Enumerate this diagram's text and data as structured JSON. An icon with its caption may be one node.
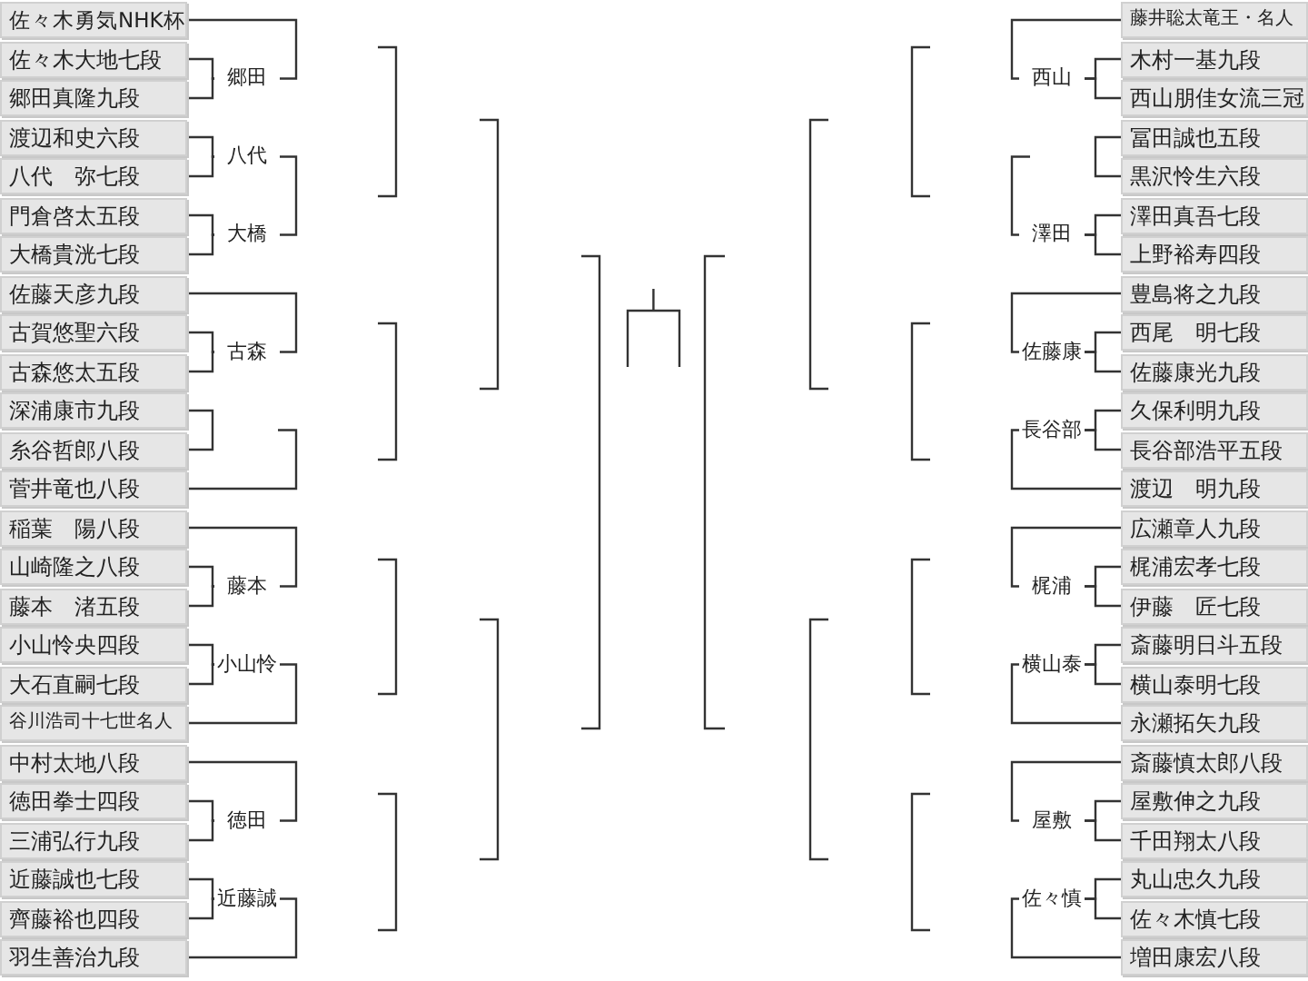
{
  "diagram": {
    "nodes": [
      {
        "text": [
          "佐々木勇気NHK杯"
        ]
      },
      {
        "text": [
          "佐々木大地七段"
        ]
      },
      {
        "text": [
          "郷田真隆九段"
        ]
      },
      {
        "text": [
          "渡辺和史六段"
        ]
      },
      {
        "text": [
          "八代　弥七段"
        ]
      },
      {
        "text": [
          "門倉啓太五段"
        ]
      },
      {
        "text": [
          "大橋貴洸七段"
        ]
      },
      {
        "text": [
          "佐藤天彦九段"
        ]
      },
      {
        "text": [
          "古賀悠聖六段"
        ]
      },
      {
        "text": [
          "古森悠太五段"
        ]
      },
      {
        "text": [
          "深浦康市九段"
        ]
      },
      {
        "text": [
          "糸谷哲郎八段"
        ]
      },
      {
        "text": [
          "菅井竜也八段"
        ]
      },
      {
        "text": [
          "稲葉　陽八段"
        ]
      },
      {
        "text": [
          "山崎隆之八段"
        ]
      },
      {
        "text": [
          "藤本　渚五段"
        ]
      },
      {
        "text": [
          "小山怜央四段"
        ]
      },
      {
        "text": [
          "大石直嗣七段"
        ]
      },
      {
        "text": [
          "谷川浩司十七世名人"
        ]
      },
      {
        "text": [
          "中村太地八段"
        ]
      },
      {
        "text": [
          "徳田拳士四段"
        ]
      },
      {
        "text": [
          "三浦弘行九段"
        ]
      },
      {
        "text": [
          "近藤誠也七段"
        ]
      },
      {
        "text": [
          "齊藤裕也四段"
        ]
      },
      {
        "text": [
          "羽生善治九段"
        ]
      },
      {
        "text": [
          "郷田"
        ]
      },
      {
        "text": [
          "八代"
        ]
      },
      {
        "text": [
          "大橋"
        ]
      },
      {
        "text": [
          "古森"
        ]
      },
      {
        "text": [
          "藤本"
        ]
      },
      {
        "text": [
          "小山怜"
        ]
      },
      {
        "text": [
          "徳田"
        ]
      },
      {
        "text": [
          "近藤誠"
        ]
      },
      {
        "text": [
          "藤井聡太竜王・名人"
        ]
      },
      {
        "text": [
          "木村一基九段"
        ]
      },
      {
        "text": [
          "西山朋佳女流三冠"
        ]
      },
      {
        "text": [
          "冨田誠也五段"
        ]
      },
      {
        "text": [
          "黒沢怜生六段"
        ]
      },
      {
        "text": [
          "澤田真吾七段"
        ]
      },
      {
        "text": [
          "上野裕寿四段"
        ]
      },
      {
        "text": [
          "豊島将之九段"
        ]
      },
      {
        "text": [
          "西尾　明七段"
        ]
      },
      {
        "text": [
          "佐藤康光九段"
        ]
      },
      {
        "text": [
          "久保利明九段"
        ]
      },
      {
        "text": [
          "長谷部浩平五段"
        ]
      },
      {
        "text": [
          "渡辺　明九段"
        ]
      },
      {
        "text": [
          "広瀬章人九段"
        ]
      },
      {
        "text": [
          "梶浦宏孝七段"
        ]
      },
      {
        "text": [
          "伊藤　匠七段"
        ]
      },
      {
        "text": [
          "斎藤明日斗五段"
        ]
      },
      {
        "text": [
          "横山泰明七段"
        ]
      },
      {
        "text": [
          "永瀬拓矢九段"
        ]
      },
      {
        "text": [
          "斎藤慎太郎八段"
        ]
      },
      {
        "text": [
          "屋敷伸之九段"
        ]
      },
      {
        "text": [
          "千田翔太八段"
        ]
      },
      {
        "text": [
          "丸山忠久九段"
        ]
      },
      {
        "text": [
          "佐々木慎七段"
        ]
      },
      {
        "text": [
          "増田康宏八段"
        ]
      },
      {
        "text": [
          "西山"
        ]
      },
      {
        "text": [
          "澤田"
        ]
      },
      {
        "text": [
          "佐藤康"
        ]
      },
      {
        "text": [
          "長谷部"
        ]
      },
      {
        "text": [
          "梶浦"
        ]
      },
      {
        "text": [
          "横山泰"
        ]
      },
      {
        "text": [
          "屋敷"
        ]
      },
      {
        "text": [
          "佐々慎"
        ]
      }
    ],
    "edges": [
      {
        "from": 0,
        "to": 25,
        "arrow": "none"
      },
      {
        "from": 1,
        "to": 25,
        "arrow": "none"
      },
      {
        "from": 2,
        "to": 25,
        "arrow": "none"
      },
      {
        "from": 3,
        "to": 26,
        "arrow": "none"
      },
      {
        "from": 4,
        "to": 26,
        "arrow": "none"
      },
      {
        "from": 5,
        "to": 27,
        "arrow": "none"
      },
      {
        "from": 6,
        "to": 27,
        "arrow": "none"
      },
      {
        "from": 26,
        "to": 27,
        "arrow": "none"
      },
      {
        "from": 7,
        "to": 28,
        "arrow": "none"
      },
      {
        "from": 8,
        "to": 28,
        "arrow": "none"
      },
      {
        "from": 9,
        "to": 28,
        "arrow": "none"
      },
      {
        "from": 10,
        "to": 11,
        "arrow": "none"
      },
      {
        "from": 12,
        "to": null,
        "arrow": "none"
      },
      {
        "from": 13,
        "to": 29,
        "arrow": "none"
      },
      {
        "from": 14,
        "to": 29,
        "arrow": "none"
      },
      {
        "from": 15,
        "to": 29,
        "arrow": "none"
      },
      {
        "from": 16,
        "to": 30,
        "arrow": "none"
      },
      {
        "from": 17,
        "to": 30,
        "arrow": "none"
      },
      {
        "from": 18,
        "to": 30,
        "arrow": "none"
      },
      {
        "from": 19,
        "to": 31,
        "arrow": "none"
      },
      {
        "from": 20,
        "to": 31,
        "arrow": "none"
      },
      {
        "from": 21,
        "to": 31,
        "arrow": "none"
      },
      {
        "from": 22,
        "to": 32,
        "arrow": "none"
      },
      {
        "from": 23,
        "to": 32,
        "arrow": "none"
      },
      {
        "from": 24,
        "to": 32,
        "arrow": "none"
      },
      {
        "from": 33,
        "to": 58,
        "arrow": "none"
      },
      {
        "from": 34,
        "to": 58,
        "arrow": "none"
      },
      {
        "from": 35,
        "to": 58,
        "arrow": "none"
      },
      {
        "from": 36,
        "to": 37,
        "arrow": "none"
      },
      {
        "from": 38,
        "to": 59,
        "arrow": "none"
      },
      {
        "from": 39,
        "to": 59,
        "arrow": "none"
      },
      {
        "from": 59,
        "to": null,
        "arrow": "none"
      },
      {
        "from": 40,
        "to": 60,
        "arrow": "none"
      },
      {
        "from": 41,
        "to": 60,
        "arrow": "none"
      },
      {
        "from": 42,
        "to": 60,
        "arrow": "none"
      },
      {
        "from": 43,
        "to": 61,
        "arrow": "none"
      },
      {
        "from": 44,
        "to": 61,
        "arrow": "none"
      },
      {
        "from": 45,
        "to": 61,
        "arrow": "none"
      },
      {
        "from": 46,
        "to": 62,
        "arrow": "none"
      },
      {
        "from": 47,
        "to": 62,
        "arrow": "none"
      },
      {
        "from": 48,
        "to": 62,
        "arrow": "none"
      },
      {
        "from": 49,
        "to": 63,
        "arrow": "none"
      },
      {
        "from": 50,
        "to": 63,
        "arrow": "none"
      },
      {
        "from": 51,
        "to": 63,
        "arrow": "none"
      },
      {
        "from": 52,
        "to": 64,
        "arrow": "none"
      },
      {
        "from": 53,
        "to": 64,
        "arrow": "none"
      },
      {
        "from": 54,
        "to": 64,
        "arrow": "none"
      },
      {
        "from": 55,
        "to": 65,
        "arrow": "none"
      },
      {
        "from": 56,
        "to": 65,
        "arrow": "none"
      },
      {
        "from": 57,
        "to": 65,
        "arrow": "none"
      }
    ]
  }
}
